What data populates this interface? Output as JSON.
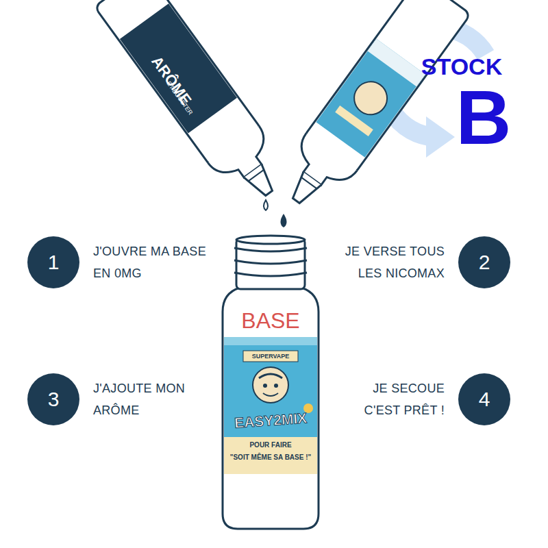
{
  "diagram": {
    "nodes": [
      {
        "text": [
          "1",
          "J'OUVRE MA BASE EN 0MG"
        ]
      },
      {
        "text": [
          "2",
          "JE VERSE TOUS LES NICOMAX"
        ]
      },
      {
        "text": [
          "3",
          "J'AJOUTE MON ARÔME"
        ]
      },
      {
        "text": [
          "4",
          "JE SECOUE C'EST PRÊT !"
        ]
      }
    ],
    "labels": [
      "ARÔME",
      "ET BOOSTER",
      "BASE",
      "SUPERVAPE",
      "EASY2MIX",
      "POUR FAIRE",
      "\"SOIT MÊME SA BASE !\"",
      "STOCK",
      "B"
    ]
  }
}
